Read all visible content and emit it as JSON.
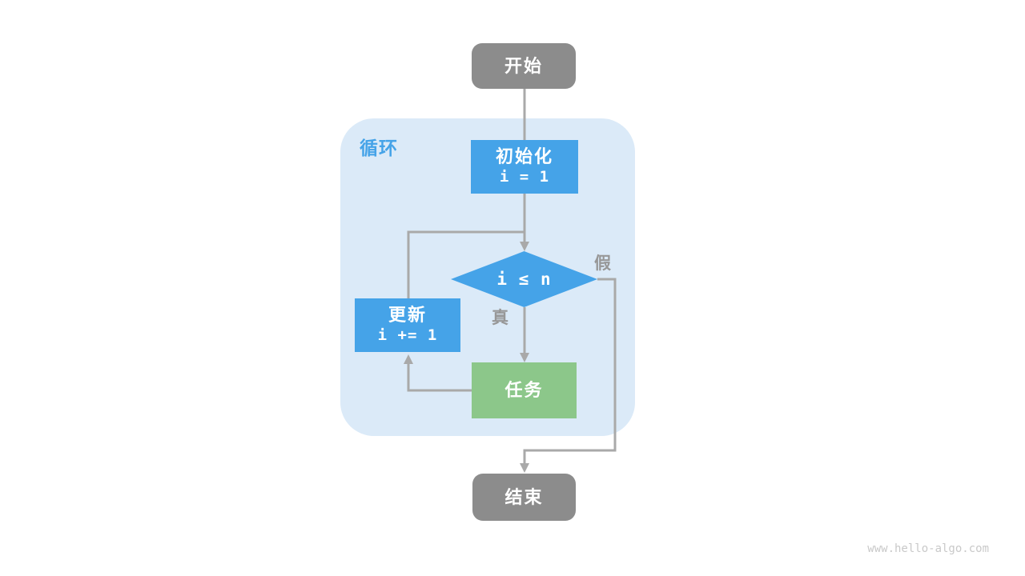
{
  "loop_container": {
    "label": "循环"
  },
  "nodes": {
    "start": {
      "label": "开始"
    },
    "init": {
      "title": "初始化",
      "code": "i = 1"
    },
    "condition": {
      "code": "i ≤ n"
    },
    "update": {
      "title": "更新",
      "code": "i += 1"
    },
    "task": {
      "label": "任务"
    },
    "end": {
      "label": "结束"
    }
  },
  "edge_labels": {
    "true_branch": "真",
    "false_branch": "假"
  },
  "colors": {
    "container_bg": "#DBEAF8",
    "accent_blue": "#45A3E8",
    "node_green": "#8CC78A",
    "node_gray": "#8C8C8C",
    "line_gray": "#A9A9A9",
    "edge_label_gray": "#979797",
    "watermark_gray": "#C9C9C9",
    "text_white": "#FFFFFF"
  },
  "watermark": "www.hello-algo.com"
}
